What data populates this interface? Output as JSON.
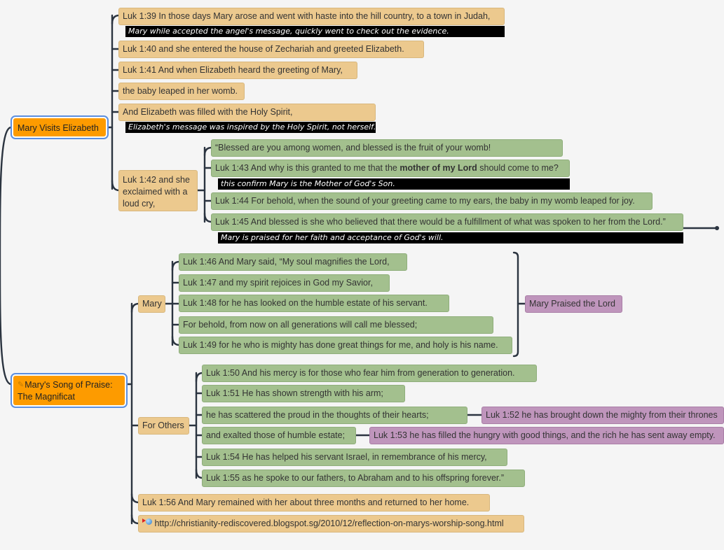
{
  "topics": {
    "visit": {
      "label": "Mary Visits Elizabeth",
      "v39": "Luk 1:39  In those days Mary arose and went with haste into the hill country, to a town in Judah,",
      "v39_note": "Mary while accepted the angel's message, quickly went to check out the evidence.",
      "v40": "Luk 1:40  and she entered the house of Zechariah and greeted Elizabeth.",
      "v41": "Luk 1:41  And when Elizabeth heard the greeting of Mary,",
      "v41b": "the baby leaped in her womb.",
      "v41c": "And Elizabeth was filled with the Holy Spirit,",
      "v41c_note": "Elizabeth's message was inspired by the Holy Spirit, not herself.",
      "v42": "Luk 1:42  and she exclaimed with a loud cry,",
      "v42a": "“Blessed are you among women, and blessed is the fruit of your womb!",
      "v43_pre": "Luk 1:43  And why is this granted to me that the ",
      "v43_bold": "mother of my Lord",
      "v43_post": " should come to me?",
      "v43_note": "this confirm Mary is the Mother of God's Son.",
      "v44": "Luk 1:44  For behold, when the sound of your greeting came to my ears, the baby in my womb leaped for joy.",
      "v45": "Luk 1:45  And blessed is she who believed that there would be a fulfillment of what was spoken to her from the Lord.”",
      "v45_note": "Mary is praised for her faith and acceptance of God's will."
    },
    "song": {
      "label": "Mary's Song of Praise: The Magnificat",
      "icon": "magic-wand-icon",
      "mary": {
        "label": "Mary",
        "items": [
          "Luk 1:46  And Mary said, “My soul magnifies the Lord,",
          "Luk 1:47  and my spirit rejoices in God my Savior,",
          "Luk 1:48  for he has looked on the humble estate of his servant.",
          "For behold, from now on all generations will call me blessed;",
          "Luk 1:49  for he who is mighty has done great things for me, and holy is his name."
        ],
        "summary": "Mary Praised the Lord"
      },
      "others": {
        "label": "For Others",
        "items": [
          "Luk 1:50  And his mercy is for those who fear him from generation to generation.",
          "Luk 1:51  He has shown strength with his arm;",
          "he has scattered the proud in the thoughts of their hearts;",
          "and exalted those of humble estate;",
          "Luk 1:54  He has helped his servant Israel, in remembrance of his mercy,",
          "Luk 1:55  as he spoke to our fathers, to Abraham and to his offspring forever.”"
        ],
        "v52": "Luk 1:52  he has brought down the mighty from their thrones",
        "v53": "Luk 1:53  he has filled the hungry with good things, and the rich he has sent away empty."
      },
      "v56": "Luk 1:56  And Mary remained with her about three months and returned to her home.",
      "link": "http://christianity-rediscovered.blogspot.sg/2010/12/reflection-on-marys-worship-song.html"
    }
  },
  "colors": {
    "central": "#fd9b00",
    "tan": "#ecc98e",
    "green": "#a3c08e",
    "purple": "#bf95bc",
    "line": "#2b3440"
  }
}
